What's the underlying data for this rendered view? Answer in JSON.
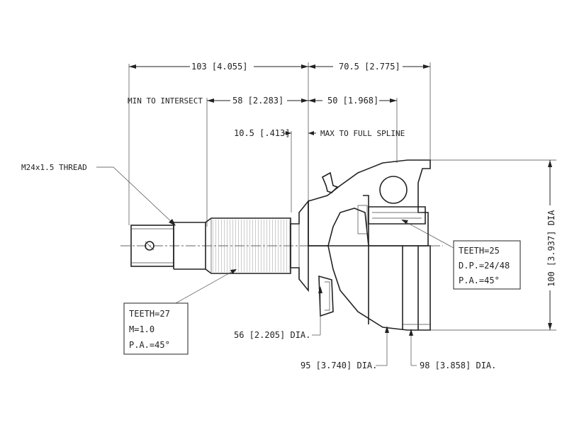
{
  "dimensions": {
    "overall_left": "103 [4.055]",
    "overall_right": "70.5 [2.775]",
    "min_to_intersect_label": "MIN TO INTERSECT",
    "min_to_intersect_value": "58 [2.283]",
    "spline_length": "50 [1.968]",
    "full_spline_value": "10.5 [.413]",
    "full_spline_label": "MAX TO FULL SPLINE",
    "thread": "M24x1.5 THREAD",
    "outer_dia": "100 [3.937] DIA",
    "dia_56": "56 [2.205] DIA.",
    "dia_95": "95 [3.740] DIA.",
    "dia_98": "98 [3.858] DIA."
  },
  "spec_inner": {
    "teeth": "TEETH=27",
    "module": "M=1.0",
    "pressure_angle": "P.A.=45°"
  },
  "spec_outer": {
    "teeth": "TEETH=25",
    "diametral_pitch": "D.P.=24/48",
    "pressure_angle": "P.A.=45°"
  }
}
